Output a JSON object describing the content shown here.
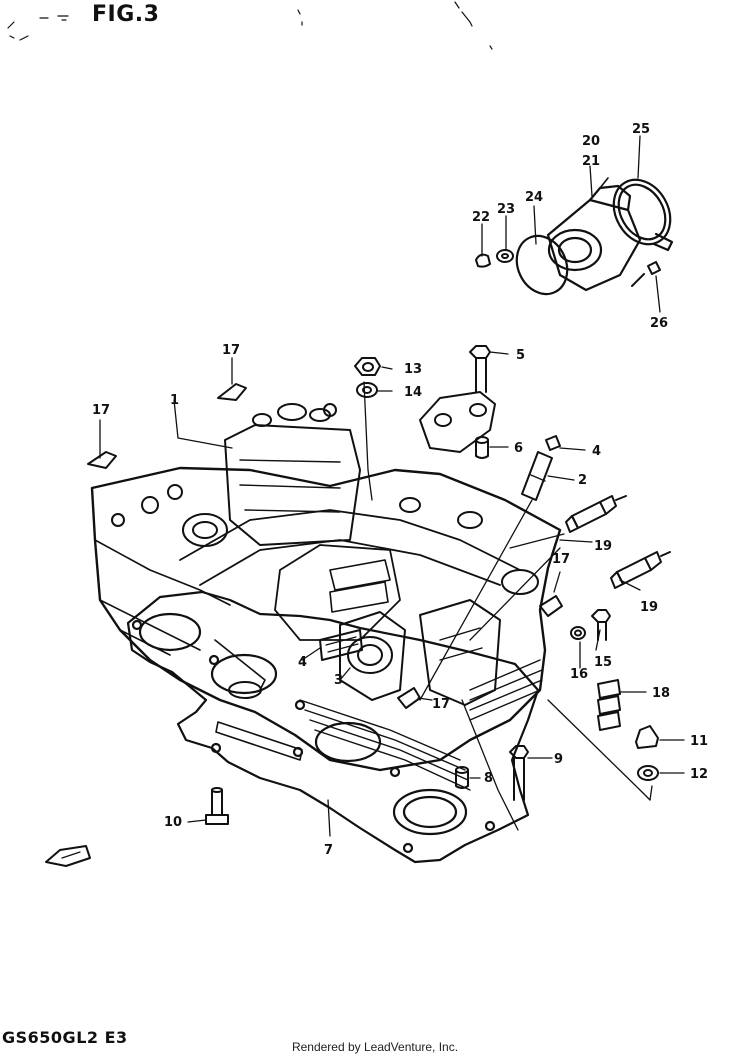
{
  "title": "FIG.3",
  "model_code": "GS650GL2 E3",
  "credit": "Rendered by LeadVenture, Inc.",
  "callouts": [
    "1",
    "2",
    "3",
    "4",
    "4",
    "5",
    "6",
    "7",
    "8",
    "9",
    "10",
    "11",
    "12",
    "13",
    "14",
    "15",
    "16",
    "17",
    "17",
    "17",
    "17",
    "18",
    "19",
    "19",
    "20",
    "21",
    "22",
    "23",
    "24",
    "25",
    "26"
  ]
}
